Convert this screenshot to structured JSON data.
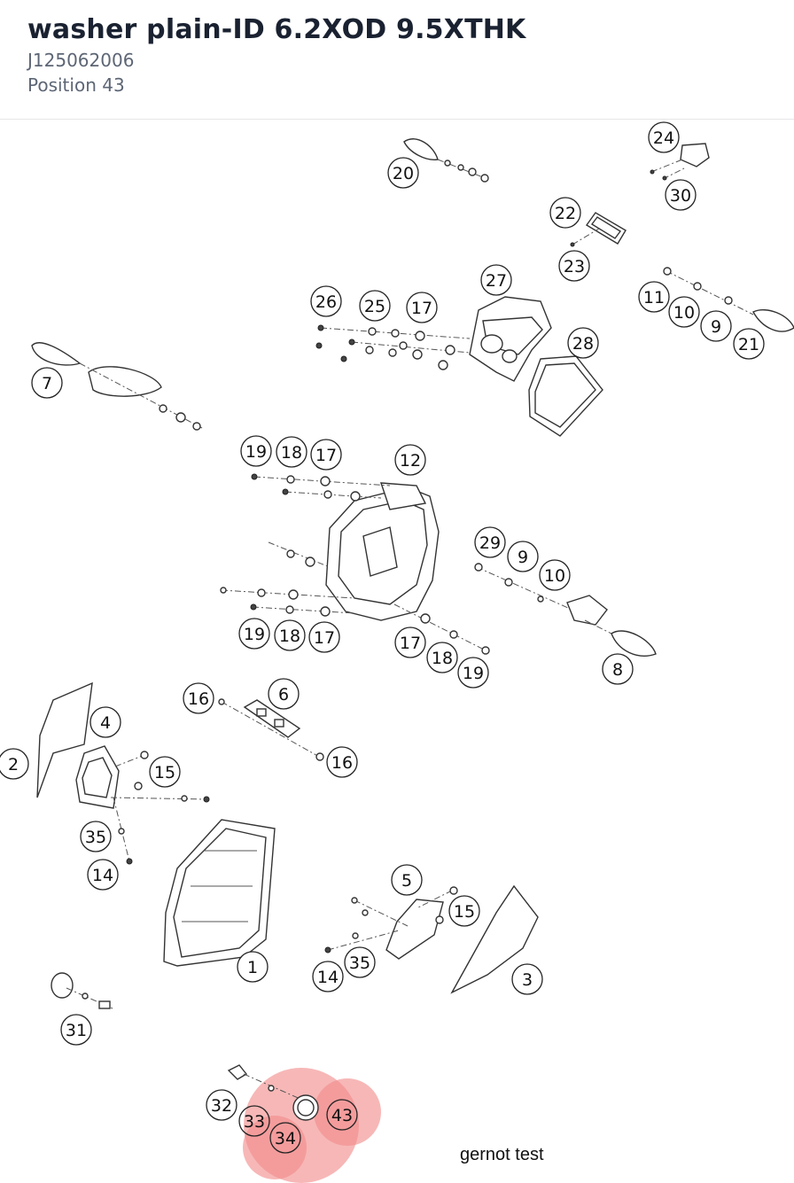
{
  "header": {
    "title": "washer plain-ID 6.2XOD 9.5XTHK",
    "part_number": "J125062006",
    "position": "Position 43"
  },
  "callouts": [
    {
      "label": "20"
    },
    {
      "label": "24"
    },
    {
      "label": "30"
    },
    {
      "label": "22"
    },
    {
      "label": "23"
    },
    {
      "label": "27"
    },
    {
      "label": "26"
    },
    {
      "label": "25"
    },
    {
      "label": "17"
    },
    {
      "label": "11"
    },
    {
      "label": "10"
    },
    {
      "label": "9"
    },
    {
      "label": "21"
    },
    {
      "label": "28"
    },
    {
      "label": "7"
    },
    {
      "label": "19"
    },
    {
      "label": "18"
    },
    {
      "label": "17"
    },
    {
      "label": "12"
    },
    {
      "label": "29"
    },
    {
      "label": "9"
    },
    {
      "label": "10"
    },
    {
      "label": "19"
    },
    {
      "label": "18"
    },
    {
      "label": "17"
    },
    {
      "label": "17"
    },
    {
      "label": "18"
    },
    {
      "label": "19"
    },
    {
      "label": "8"
    },
    {
      "label": "16"
    },
    {
      "label": "6"
    },
    {
      "label": "16"
    },
    {
      "label": "2"
    },
    {
      "label": "4"
    },
    {
      "label": "15"
    },
    {
      "label": "35"
    },
    {
      "label": "14"
    },
    {
      "label": "5"
    },
    {
      "label": "15"
    },
    {
      "label": "1"
    },
    {
      "label": "35"
    },
    {
      "label": "14"
    },
    {
      "label": "3"
    },
    {
      "label": "31"
    },
    {
      "label": "32"
    },
    {
      "label": "33"
    },
    {
      "label": "34"
    },
    {
      "label": "43"
    }
  ],
  "highlight": {
    "color": "#f28b8b",
    "positions": [
      "33",
      "34",
      "43"
    ]
  },
  "note": "gernot test"
}
